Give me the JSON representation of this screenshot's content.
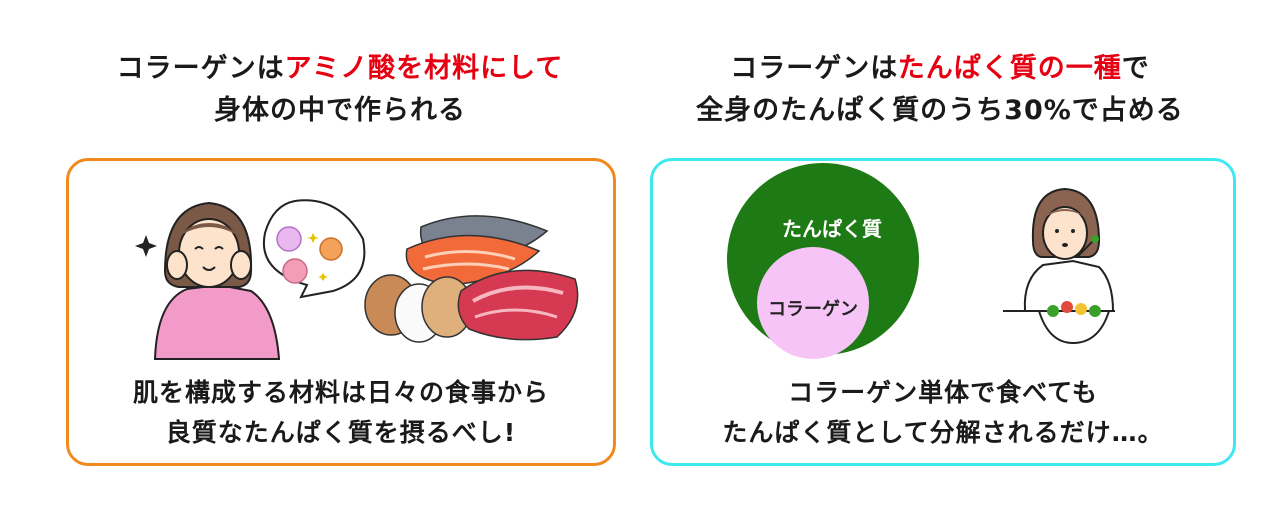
{
  "left": {
    "heading": {
      "line1_pre": "コラーゲンは",
      "line1_highlight": "アミノ酸を材料にして",
      "line2": "身体の中で作られる"
    },
    "caption": {
      "line1": "肌を構成する材料は日々の食事から",
      "line2": "良質なたんぱく質を摂るべし!"
    }
  },
  "right": {
    "heading": {
      "line1_pre": "コラーゲンは",
      "line1_highlight": "たんぱく質の一種",
      "line1_post": "で",
      "line2": "全身のたんぱく質のうち30%で占める"
    },
    "venn": {
      "outer_label": "たんぱく質",
      "inner_label": "コラーゲン"
    },
    "caption": {
      "line1": "コラーゲン単体で食べても",
      "line2": "たんぱく質として分解されるだけ…。"
    }
  },
  "colors": {
    "highlight": "#e60012",
    "left_border": "#f08a1c",
    "right_border": "#3ee8ef",
    "venn_outer": "#1e7a14",
    "venn_inner": "#f7c4f7"
  }
}
